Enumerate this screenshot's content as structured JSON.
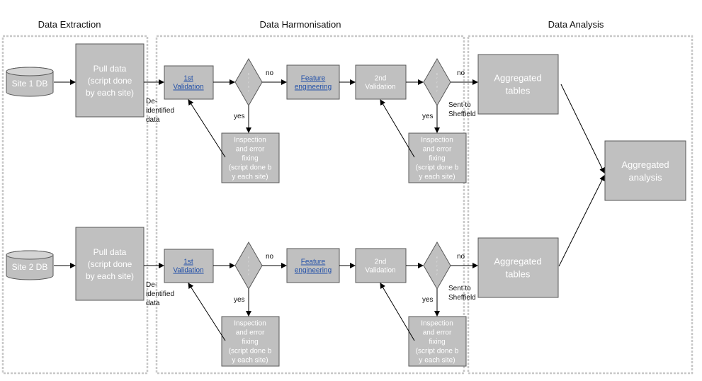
{
  "sections": {
    "extraction": "Data Extraction",
    "harmonisation": "Data Harmonisation",
    "analysis": "Data Analysis"
  },
  "rows": [
    {
      "site_db": "Site 1 DB",
      "pull_data": [
        "Pull data",
        "(script done",
        "by each site)"
      ],
      "deidentified": [
        "De-",
        "identified",
        "data"
      ],
      "validation_1": [
        "1st",
        "Validation"
      ],
      "decision_1": "e r r o r",
      "no_1": "no",
      "yes_1": "yes",
      "feature_engineering": [
        "Feature",
        "engineering"
      ],
      "validation_2": [
        "2nd",
        "Validation"
      ],
      "decision_2": "e r r o r",
      "no_2": "no",
      "yes_2": "yes",
      "inspection_1": [
        "Inspection",
        "and error",
        "fixing",
        "(script done b",
        "y each site)"
      ],
      "inspection_2": [
        "Inspection",
        "and error",
        "fixing",
        "(script done b",
        "y each site)"
      ],
      "sent_to": [
        "Sent to",
        "Sheffield"
      ],
      "aggregated_tables": [
        "Aggregated",
        "tables"
      ]
    },
    {
      "site_db": "Site 2 DB",
      "pull_data": [
        "Pull data",
        "(script done",
        "by each site)"
      ],
      "deidentified": [
        "De-",
        "identified",
        "data"
      ],
      "validation_1": [
        "1st",
        "Validation"
      ],
      "decision_1": "e r r o r",
      "no_1": "no",
      "yes_1": "yes",
      "feature_engineering": [
        "Feature",
        "engineering"
      ],
      "validation_2": [
        "2nd",
        "Validation"
      ],
      "decision_2": "e r r o r",
      "no_2": "no",
      "yes_2": "yes",
      "inspection_1": [
        "Inspection",
        "and error",
        "fixing",
        "(script done b",
        "y each site)"
      ],
      "inspection_2": [
        "Inspection",
        "and error",
        "fixing",
        "(script done b",
        "y each site)"
      ],
      "sent_to": [
        "Sent to",
        "Sheffield"
      ],
      "aggregated_tables": [
        "Aggregated",
        "tables"
      ]
    }
  ],
  "aggregated_analysis": [
    "Aggregated",
    "analysis"
  ],
  "colors": {
    "box_fill": "#c0c0c0",
    "box_stroke": "#595959",
    "label_text": "#ffffff",
    "link_text": "#1f4ea8",
    "dashed_border": "#c8c8c8"
  }
}
